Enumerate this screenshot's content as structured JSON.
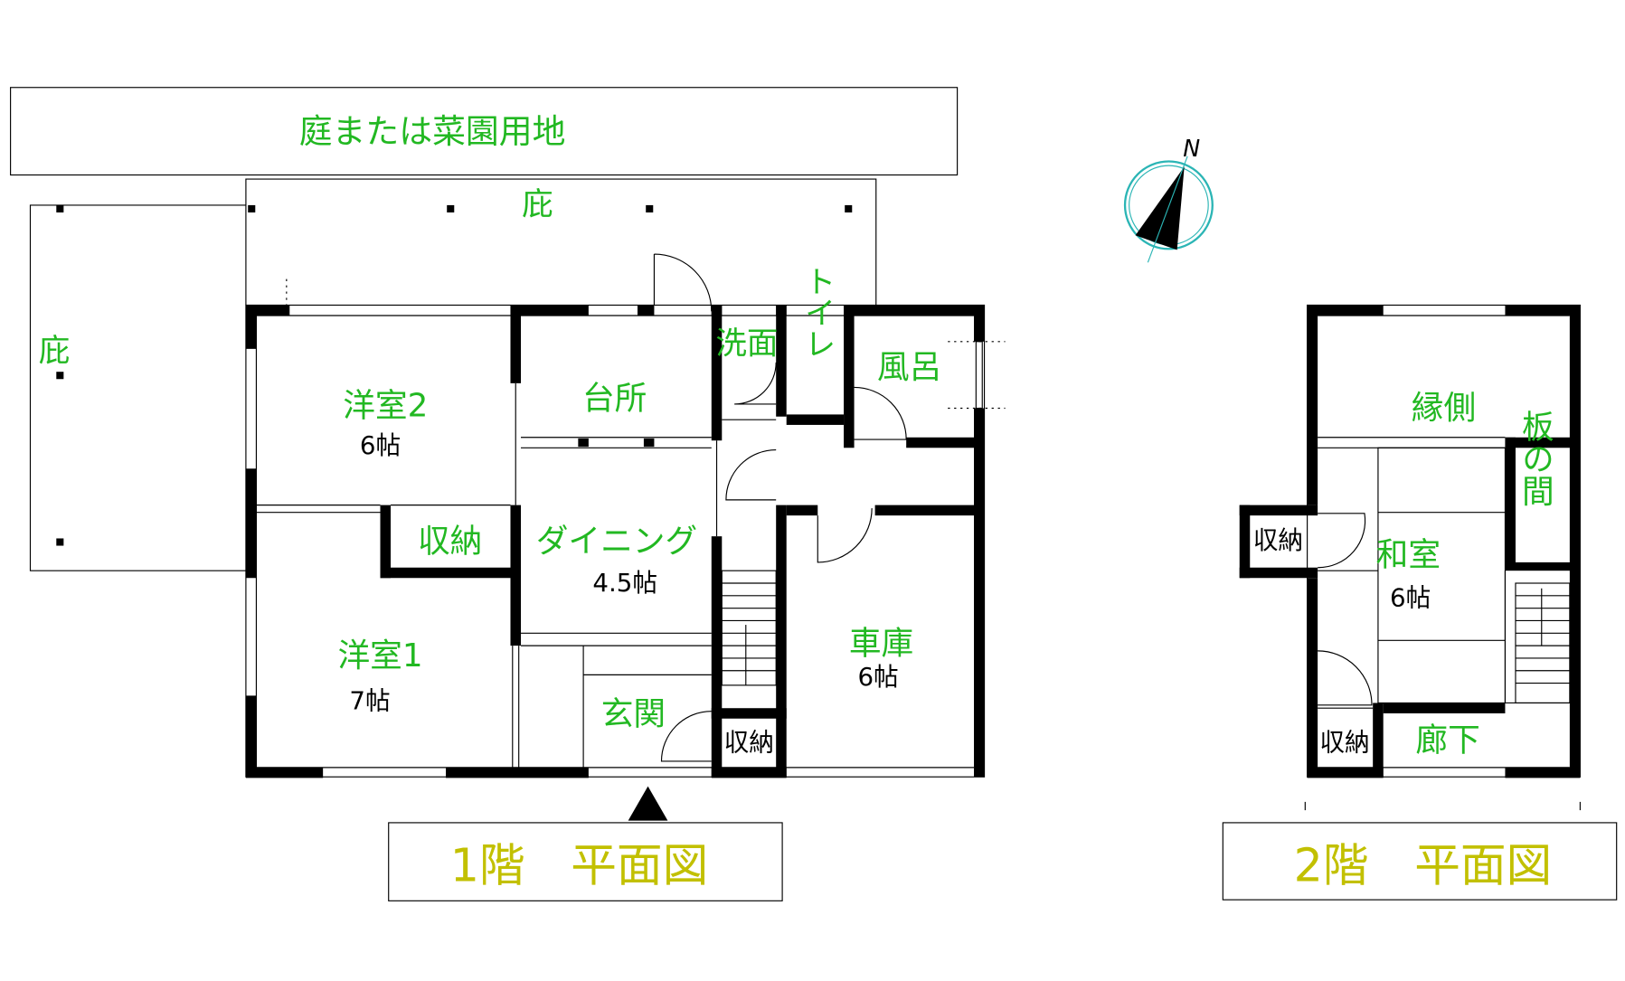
{
  "garden_label": "庭または菜園用地",
  "eaves_top_label": "庇",
  "eaves_left_label": "庇",
  "compass": {
    "label": "N",
    "color": "#2bb5b5"
  },
  "colors": {
    "room_text": "#22b822",
    "title_text": "#c2c000",
    "wall": "#000000"
  },
  "floor1": {
    "title": "1階　平面図",
    "rooms": {
      "western2": {
        "name": "洋室2",
        "size": "6帖"
      },
      "kitchen": {
        "name": "台所"
      },
      "washroom": {
        "name": "洗面"
      },
      "toilet": {
        "name": "トイレ"
      },
      "bath": {
        "name": "風呂"
      },
      "storage_a": {
        "name": "収納"
      },
      "dining": {
        "name": "ダイニング",
        "size": "4.5帖"
      },
      "western1": {
        "name": "洋室1",
        "size": "7帖"
      },
      "entrance": {
        "name": "玄関"
      },
      "storage_b": {
        "name": "収納"
      },
      "garage": {
        "name": "車庫",
        "size": "6帖"
      }
    }
  },
  "floor2": {
    "title": "2階　平面図",
    "rooms": {
      "veranda": {
        "name": "縁側"
      },
      "wood_room": {
        "name": "板の間"
      },
      "storage_a": {
        "name": "収納"
      },
      "japanese": {
        "name": "和室",
        "size": "6帖"
      },
      "storage_b": {
        "name": "収納"
      },
      "hallway": {
        "name": "廊下"
      }
    }
  }
}
